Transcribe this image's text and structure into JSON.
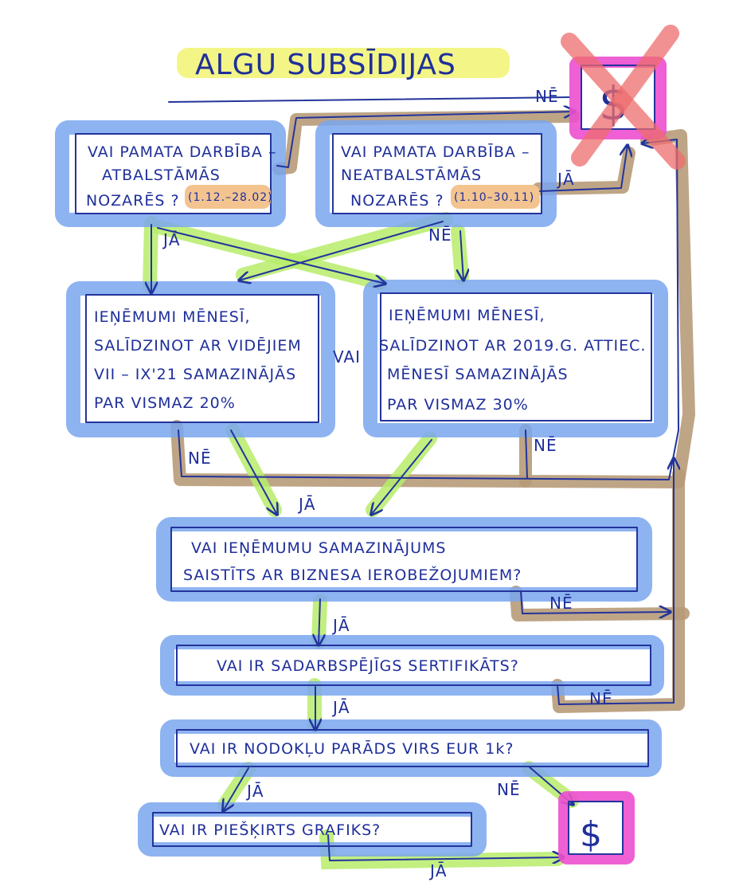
{
  "title": "ALGU SUBSĪDIJAS",
  "boxes": {
    "q1_lines": [
      "VAI PAMATA DARBĪBA –",
      "ATBALSTĀMĀS",
      "NOZARĒS ?"
    ],
    "q1_range": "(1.12.–28.02)",
    "q2_lines": [
      "VAI PAMATA DARBĪBA –",
      "NEATBALSTĀMĀS",
      "NOZARĒS ?"
    ],
    "q2_range": "(1.10–30.11)",
    "c1_lines": [
      "IEŅĒMUMI MĒNESĪ,",
      "SALĪDZINOT AR VIDĒJIEM",
      "VII – IX'21 SAMAZINĀJĀS",
      "PAR VISMAZ 20%"
    ],
    "c2_lines": [
      "IEŅĒMUMI MĒNESĪ,",
      "SALĪDZINOT AR 2019.G. ATTIEC.",
      "MĒNESĪ SAMAZINĀJĀS",
      "PAR VISMAZ 30%"
    ],
    "q3_lines": [
      "VAI IEŅĒMUMU SAMAZINĀJUMS",
      "SAISTĪTS AR BIZNESA IEROBEŽOJUMIEM?"
    ],
    "q4": "VAI IR SADARBSPĒJĪGS SERTIFIKĀTS?",
    "q5": "VAI IR NODOKĻU PARĀDS VIRS EUR 1k?",
    "q6": "VAI IR PIEŠĶIRTS GRAFIKS?"
  },
  "labels": {
    "or": "VAI",
    "yes": "JĀ",
    "no": "NĒ"
  },
  "outcomes": {
    "currency_symbol": "$"
  },
  "colors": {
    "ink": "#23349c",
    "highlight_blue": "#7aa6ee",
    "highlight_yellow": "#f2f57a",
    "highlight_green": "#b7ec6a",
    "highlight_brown": "#b79b79",
    "highlight_orange": "#f3c48f",
    "highlight_pink": "#ec4fcf",
    "cross_red": "#ee6d6d"
  },
  "icons": [
    "dollar-icon",
    "cross-icon"
  ]
}
